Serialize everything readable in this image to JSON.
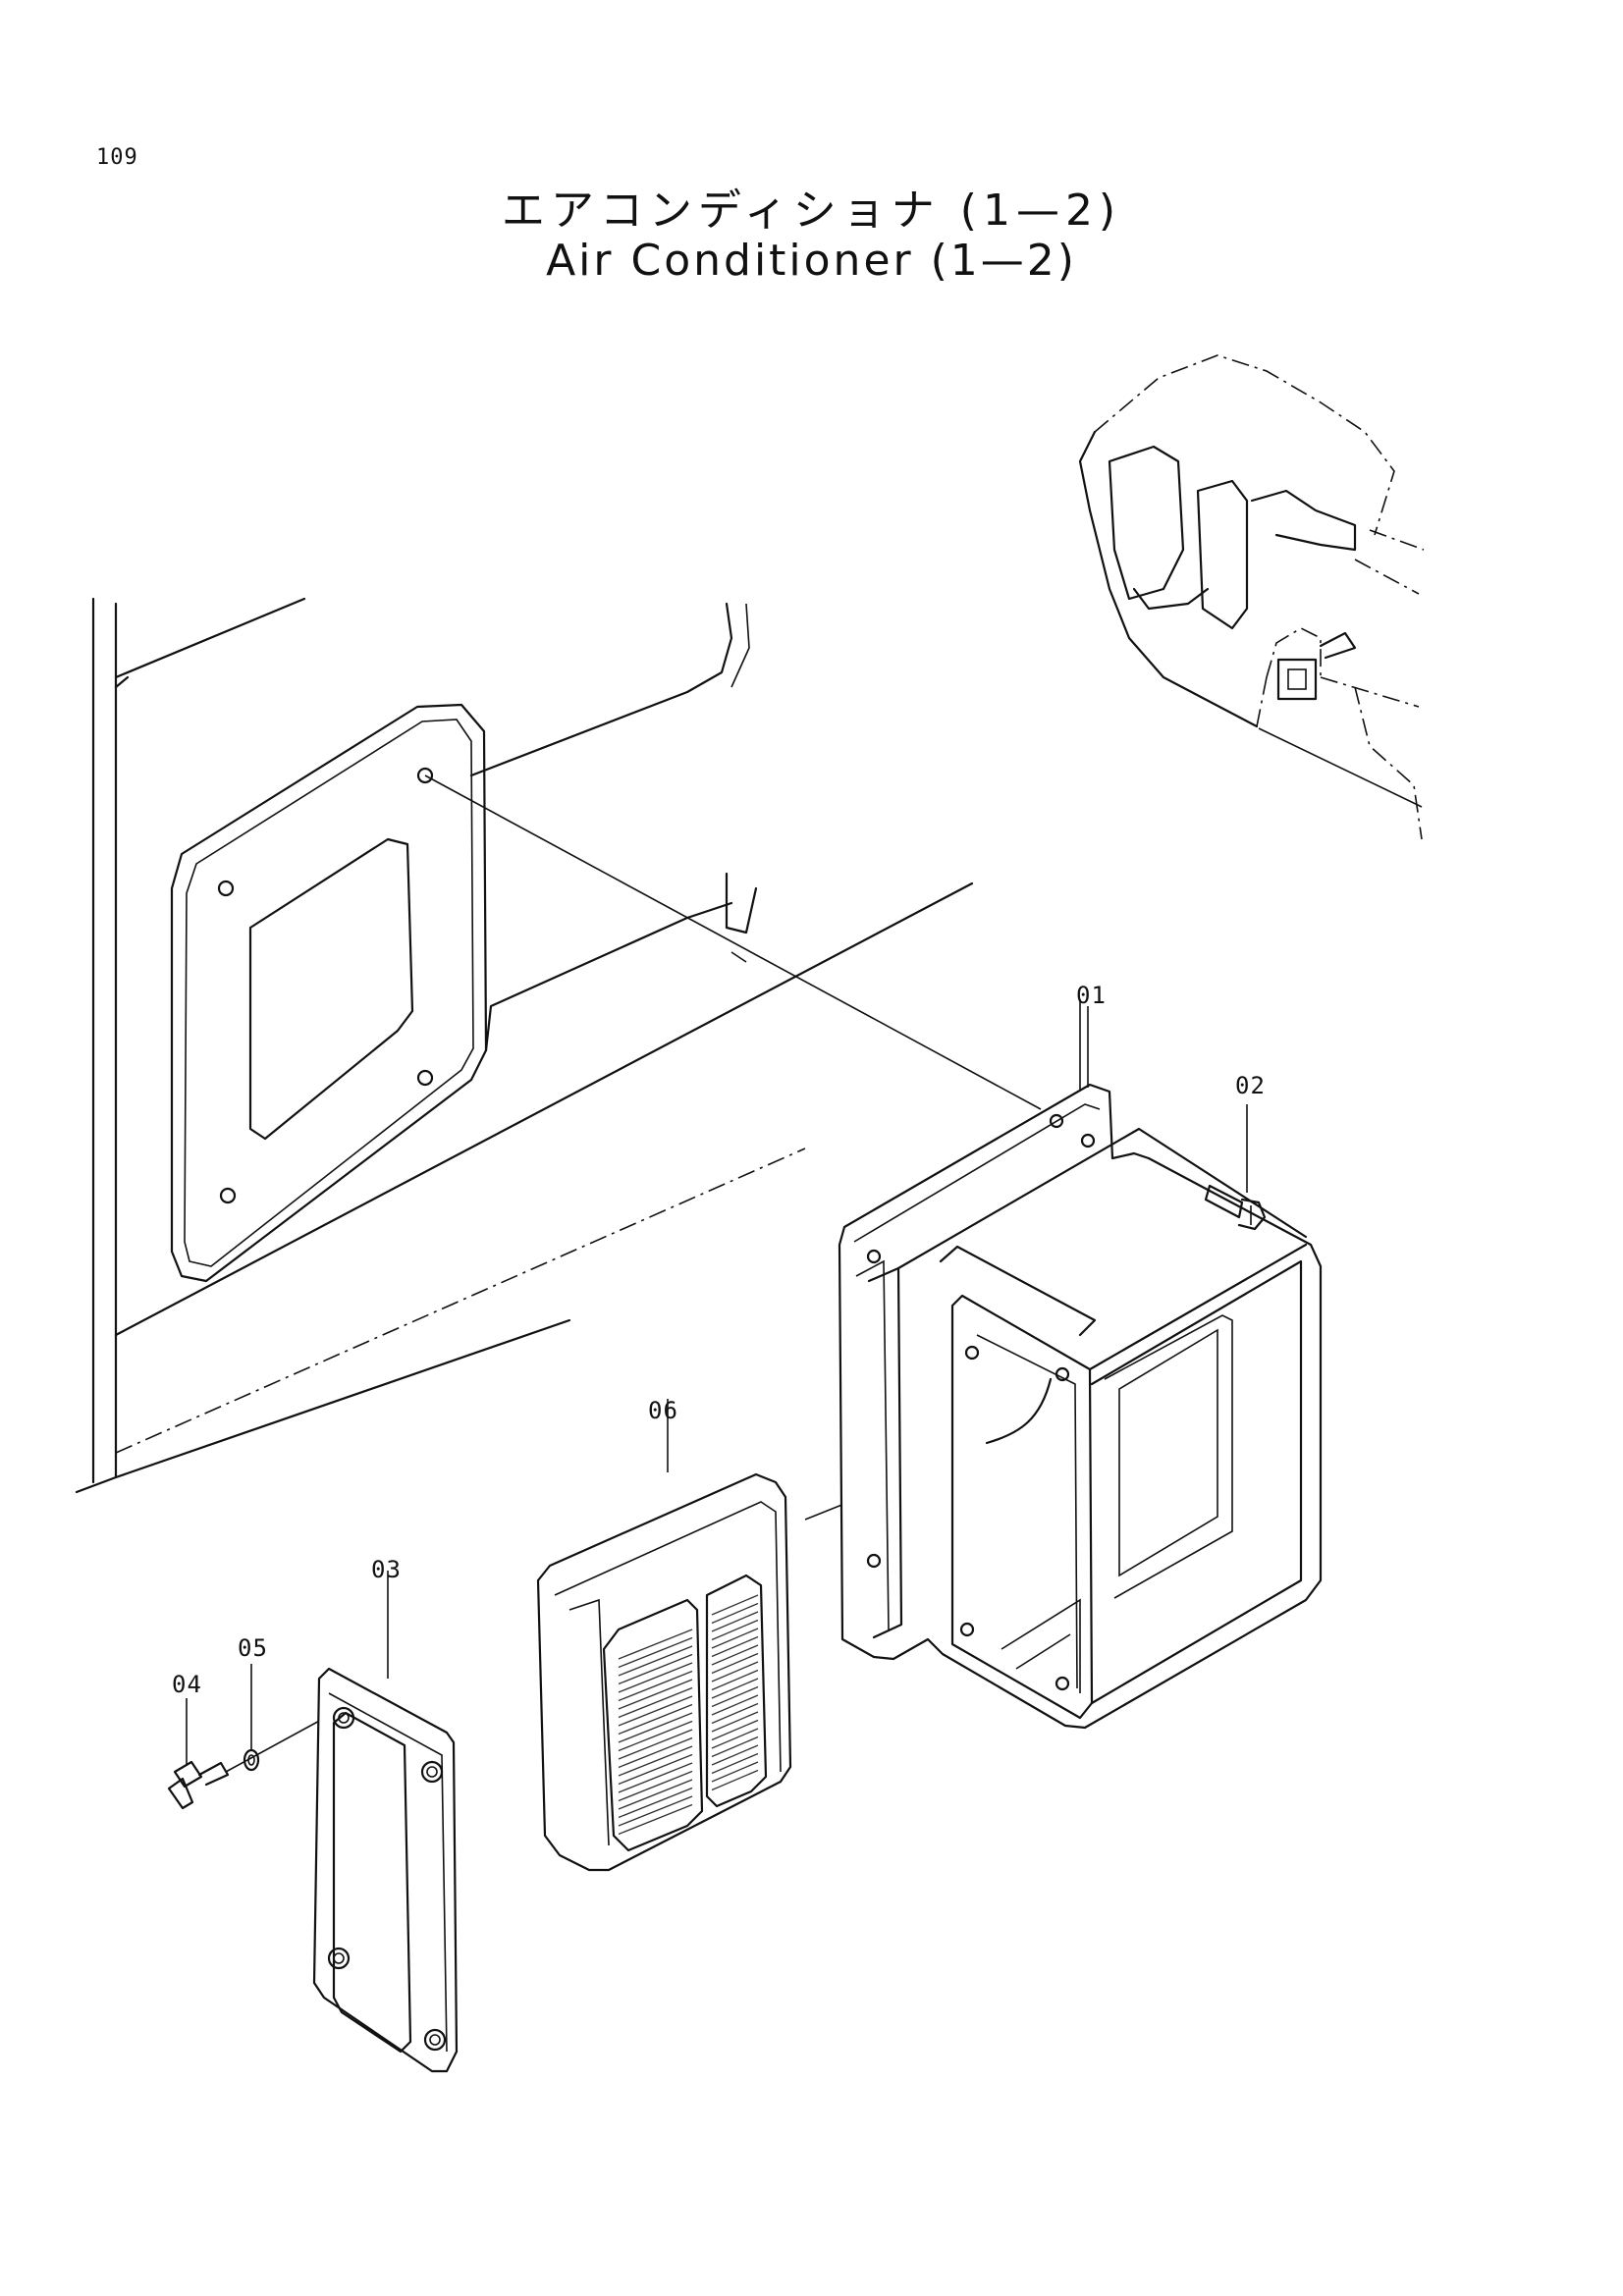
{
  "page_number": "109",
  "title": {
    "japanese": "エアコンディショナ (1—2)",
    "english": "Air Conditioner (1—2)"
  },
  "callouts": [
    {
      "id": "01",
      "label": "01"
    },
    {
      "id": "02",
      "label": "02"
    },
    {
      "id": "03",
      "label": "03"
    },
    {
      "id": "04",
      "label": "04"
    },
    {
      "id": "05",
      "label": "05"
    },
    {
      "id": "06",
      "label": "06"
    }
  ]
}
